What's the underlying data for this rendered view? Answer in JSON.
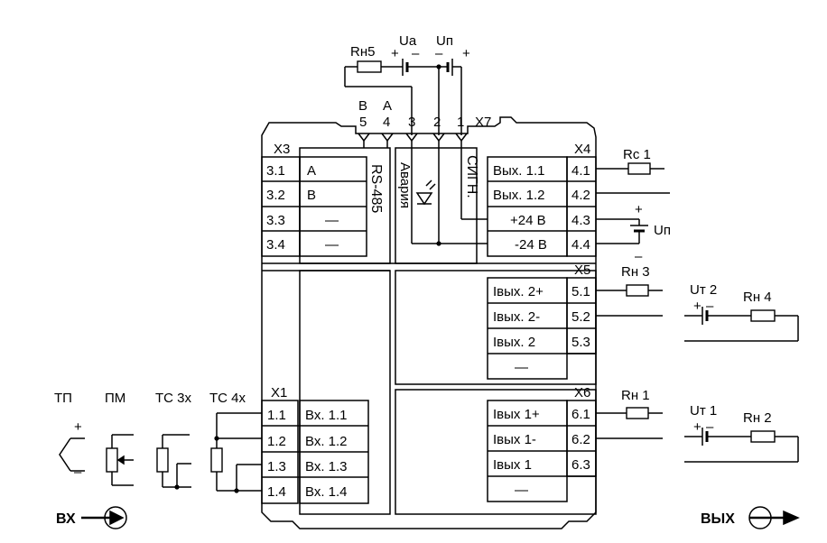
{
  "top": {
    "rn5": "Rн5",
    "ua": "Ua",
    "un": "Uп",
    "ua_plus": "+",
    "ua_minus": "–",
    "un_minus": "–",
    "un_plus": "+",
    "letter_b": "В",
    "letter_a": "А",
    "t5": "5",
    "t4": "4",
    "t3": "3",
    "t2": "2",
    "t1": "1",
    "x7": "X7"
  },
  "x3": {
    "name": "X3",
    "rows": [
      {
        "term": "3.1",
        "label": "A"
      },
      {
        "term": "3.2",
        "label": "B"
      },
      {
        "term": "3.3",
        "label": "—"
      },
      {
        "term": "3.4",
        "label": "—"
      }
    ],
    "vertical": "RS-485"
  },
  "avaria": "Авария",
  "signal": "СИГН.",
  "x4": {
    "name": "X4",
    "rows": [
      {
        "label": "Вых. 1.1",
        "term": "4.1"
      },
      {
        "label": "Вых. 1.2",
        "term": "4.2"
      },
      {
        "label": "+24 В",
        "term": "4.3"
      },
      {
        "label": "-24 В",
        "term": "4.4"
      }
    ]
  },
  "x4_ext": {
    "rc1": "Rc 1",
    "un": "Uп",
    "plus": "+",
    "minus": "–"
  },
  "x5": {
    "name": "X5",
    "rows": [
      {
        "label": "Iвых. 2+",
        "term": "5.1"
      },
      {
        "label": "Iвых. 2-",
        "term": "5.2"
      },
      {
        "label": "Iвых. 2",
        "term": "5.3"
      },
      {
        "label": "—",
        "term": ""
      }
    ]
  },
  "x5_ext": {
    "rn3": "Rн 3",
    "ut2": "Uт 2",
    "rn4": "Rн 4",
    "plus": "+",
    "minus": "–"
  },
  "x6": {
    "name": "X6",
    "rows": [
      {
        "label": "Iвых 1+",
        "term": "6.1"
      },
      {
        "label": "Iвых 1-",
        "term": "6.2"
      },
      {
        "label": "Iвых 1",
        "term": "6.3"
      },
      {
        "label": "—",
        "term": ""
      }
    ]
  },
  "x6_ext": {
    "rn1": "Rн 1",
    "ut1": "Uт 1",
    "rn2": "Rн 2",
    "plus": "+",
    "minus": "–"
  },
  "x1": {
    "name": "X1",
    "rows": [
      {
        "term": "1.1",
        "label": "Вх. 1.1"
      },
      {
        "term": "1.2",
        "label": "Вх. 1.2"
      },
      {
        "term": "1.3",
        "label": "Вх. 1.3"
      },
      {
        "term": "1.4",
        "label": "Вх. 1.4"
      }
    ]
  },
  "sensors": {
    "tp": "ТП",
    "pm": "ПМ",
    "tc3": "ТС 3х",
    "tc4": "ТС 4х",
    "plus": "+",
    "minus": "–"
  },
  "vx": "ВХ",
  "vyx": "ВЫХ"
}
